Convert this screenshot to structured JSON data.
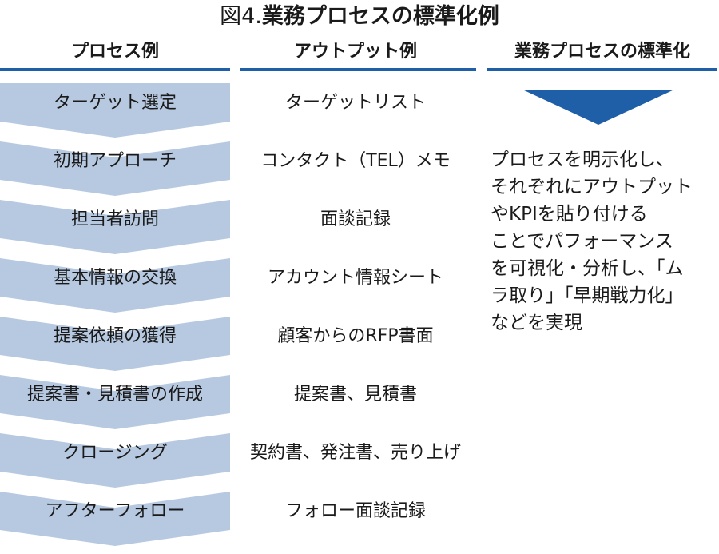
{
  "title": {
    "prefix": "図4.",
    "main": "業務プロセスの標準化例"
  },
  "headers": {
    "process": "プロセス例",
    "output": "アウトプット例",
    "standardization": "業務プロセスの標準化"
  },
  "steps": [
    {
      "process": "ターゲット選定",
      "output": "ターゲットリスト"
    },
    {
      "process": "初期アプローチ",
      "output": "コンタクト（TEL）メモ"
    },
    {
      "process": "担当者訪問",
      "output": "面談記録"
    },
    {
      "process": "基本情報の交換",
      "output": "アカウント情報シート"
    },
    {
      "process": "提案依頼の獲得",
      "output": "顧客からのRFP書面"
    },
    {
      "process": "提案書・見積書の作成",
      "output": "提案書、見積書"
    },
    {
      "process": "クロージング",
      "output": "契約書、発注書、売り上げ"
    },
    {
      "process": "アフターフォロー",
      "output": "フォロー面談記録"
    }
  ],
  "standardization_text": [
    "プロセスを明示化し、",
    "それぞれにアウトプット",
    "やKPIを貼り付ける",
    "ことでパフォーマンス",
    "を可視化・分析し、「ム",
    "ラ取り」「早期戦力化」",
    "などを実現"
  ],
  "colors": {
    "accent": "#1f5fa8",
    "arrow_fill": "#b7c9e1",
    "dark_arrow": "#1f5fa8"
  }
}
